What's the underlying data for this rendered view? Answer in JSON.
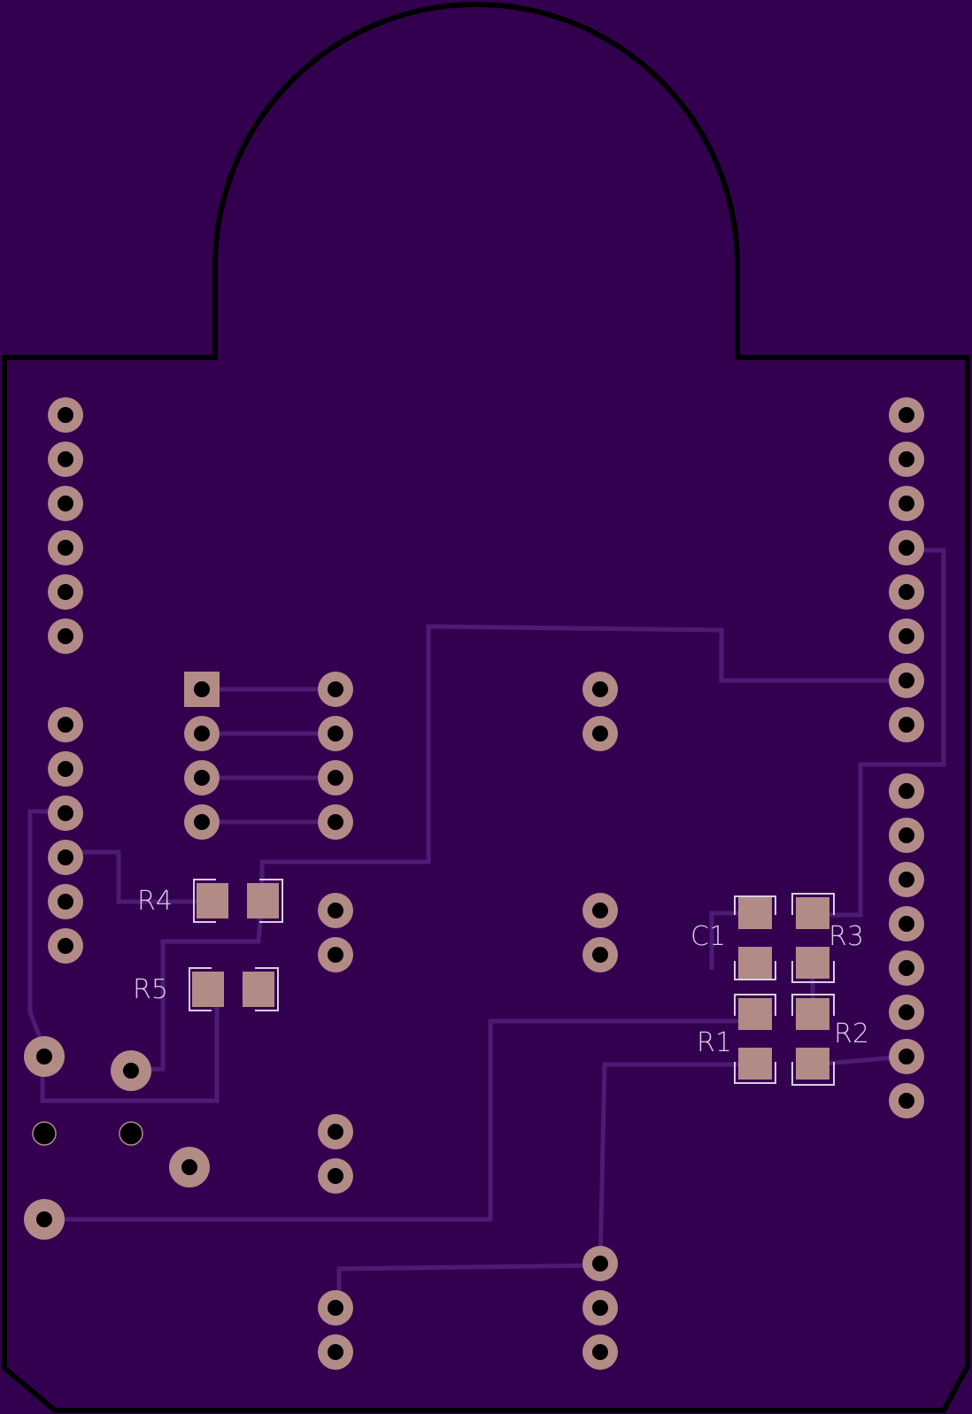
{
  "colors": {
    "background": "#33004f",
    "outline": "#000000",
    "trace": "#4c1c74",
    "pad": "#b38b86",
    "hole": "#000000",
    "silkscreen": "#d9cde6"
  },
  "components": [
    {
      "id": "R4",
      "label": "R4"
    },
    {
      "id": "R5",
      "label": "R5"
    },
    {
      "id": "C1",
      "label": "C1"
    },
    {
      "id": "R3",
      "label": "R3"
    },
    {
      "id": "R1",
      "label": "R1"
    },
    {
      "id": "R2",
      "label": "R2"
    }
  ]
}
